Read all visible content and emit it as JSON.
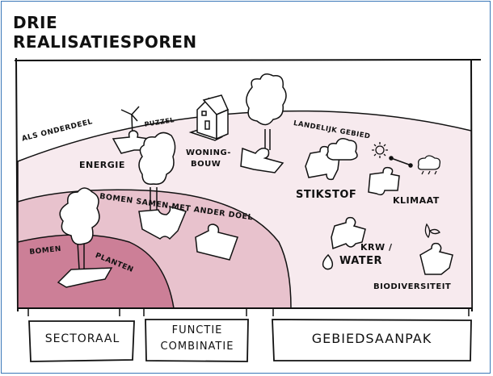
{
  "title": {
    "line1": "DRIE",
    "line2": "REALISATIESPOREN"
  },
  "labels": {
    "als_onderdeel": "ALS ONDERDEEL",
    "puzzel": "PUZZEL",
    "landelijk_gebied": "LANDELIJK GEBIED",
    "energie": "ENERGIE",
    "woningbouw_1": "WONING-",
    "woningbouw_2": "BOUW",
    "stikstof": "STIKSTOF",
    "klimaat": "KLIMAAT",
    "bomen_samen": "BOMEN SAMEN MET ANDER DOEL",
    "bomen_planten_1": "BOMEN",
    "bomen_planten_2": "PLANTEN",
    "krw": "KRW /",
    "water": "WATER",
    "biodiversiteit": "BIODIVERSITEIT"
  },
  "tracks": [
    {
      "label": "SECTORAAL"
    },
    {
      "line1": "FUNCTIE",
      "line2": "COMBINATIE"
    },
    {
      "label": "GEBIEDSAANPAK"
    }
  ],
  "colors": {
    "outer_area": "#f7eaee",
    "middle_area": "#e8c2cd",
    "inner_area": "#cc7f97",
    "frame": "#3a77b8",
    "ink": "#111111"
  }
}
